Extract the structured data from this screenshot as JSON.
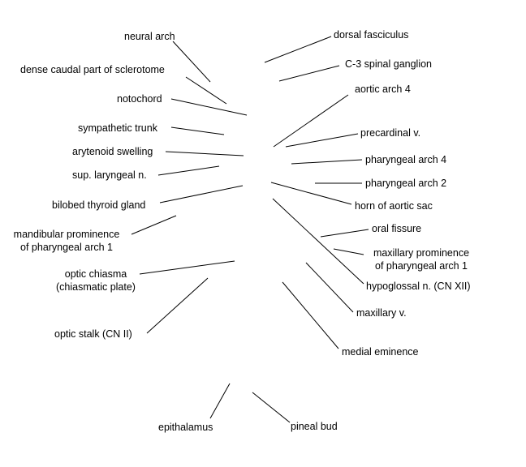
{
  "labels": {
    "neural_arch": "neural arch",
    "dense_caudal": "dense caudal part of sclerotome",
    "notochord": "notochord",
    "sympathetic_trunk": "sympathetic trunk",
    "arytenoid_swelling": "arytenoid swelling",
    "sup_laryngeal": "sup. laryngeal n.",
    "bilobed_thyroid": "bilobed thyroid gland",
    "mandibular_prominence": [
      "mandibular prominence",
      "of pharyngeal arch 1"
    ],
    "optic_chiasma": [
      "optic chiasma",
      "(chiasmatic plate)"
    ],
    "optic_stalk": "optic stalk (CN II)",
    "epithalamus": "epithalamus",
    "pineal_bud": "pineal bud",
    "dorsal_fasciculus": "dorsal fasciculus",
    "c3_ganglion": "C-3 spinal ganglion",
    "aortic_arch_4": "aortic arch 4",
    "precardinal_v": "precardinal v.",
    "pharyngeal_arch_4": "pharyngeal arch 4",
    "pharyngeal_arch_2": "pharyngeal arch 2",
    "horn_of_aortic_sac": "horn of aortic sac",
    "oral_fissure": "oral fissure",
    "maxillary_prominence": [
      "maxillary prominence",
      "of pharyngeal arch 1"
    ],
    "hypoglossal_n": "hypoglossal n. (CN XII)",
    "maxillary_v": "maxillary v.",
    "medial_eminence": "medial eminence"
  },
  "style": {
    "text_color": "#000000",
    "line_color": "#000000",
    "background": "#ffffff"
  }
}
